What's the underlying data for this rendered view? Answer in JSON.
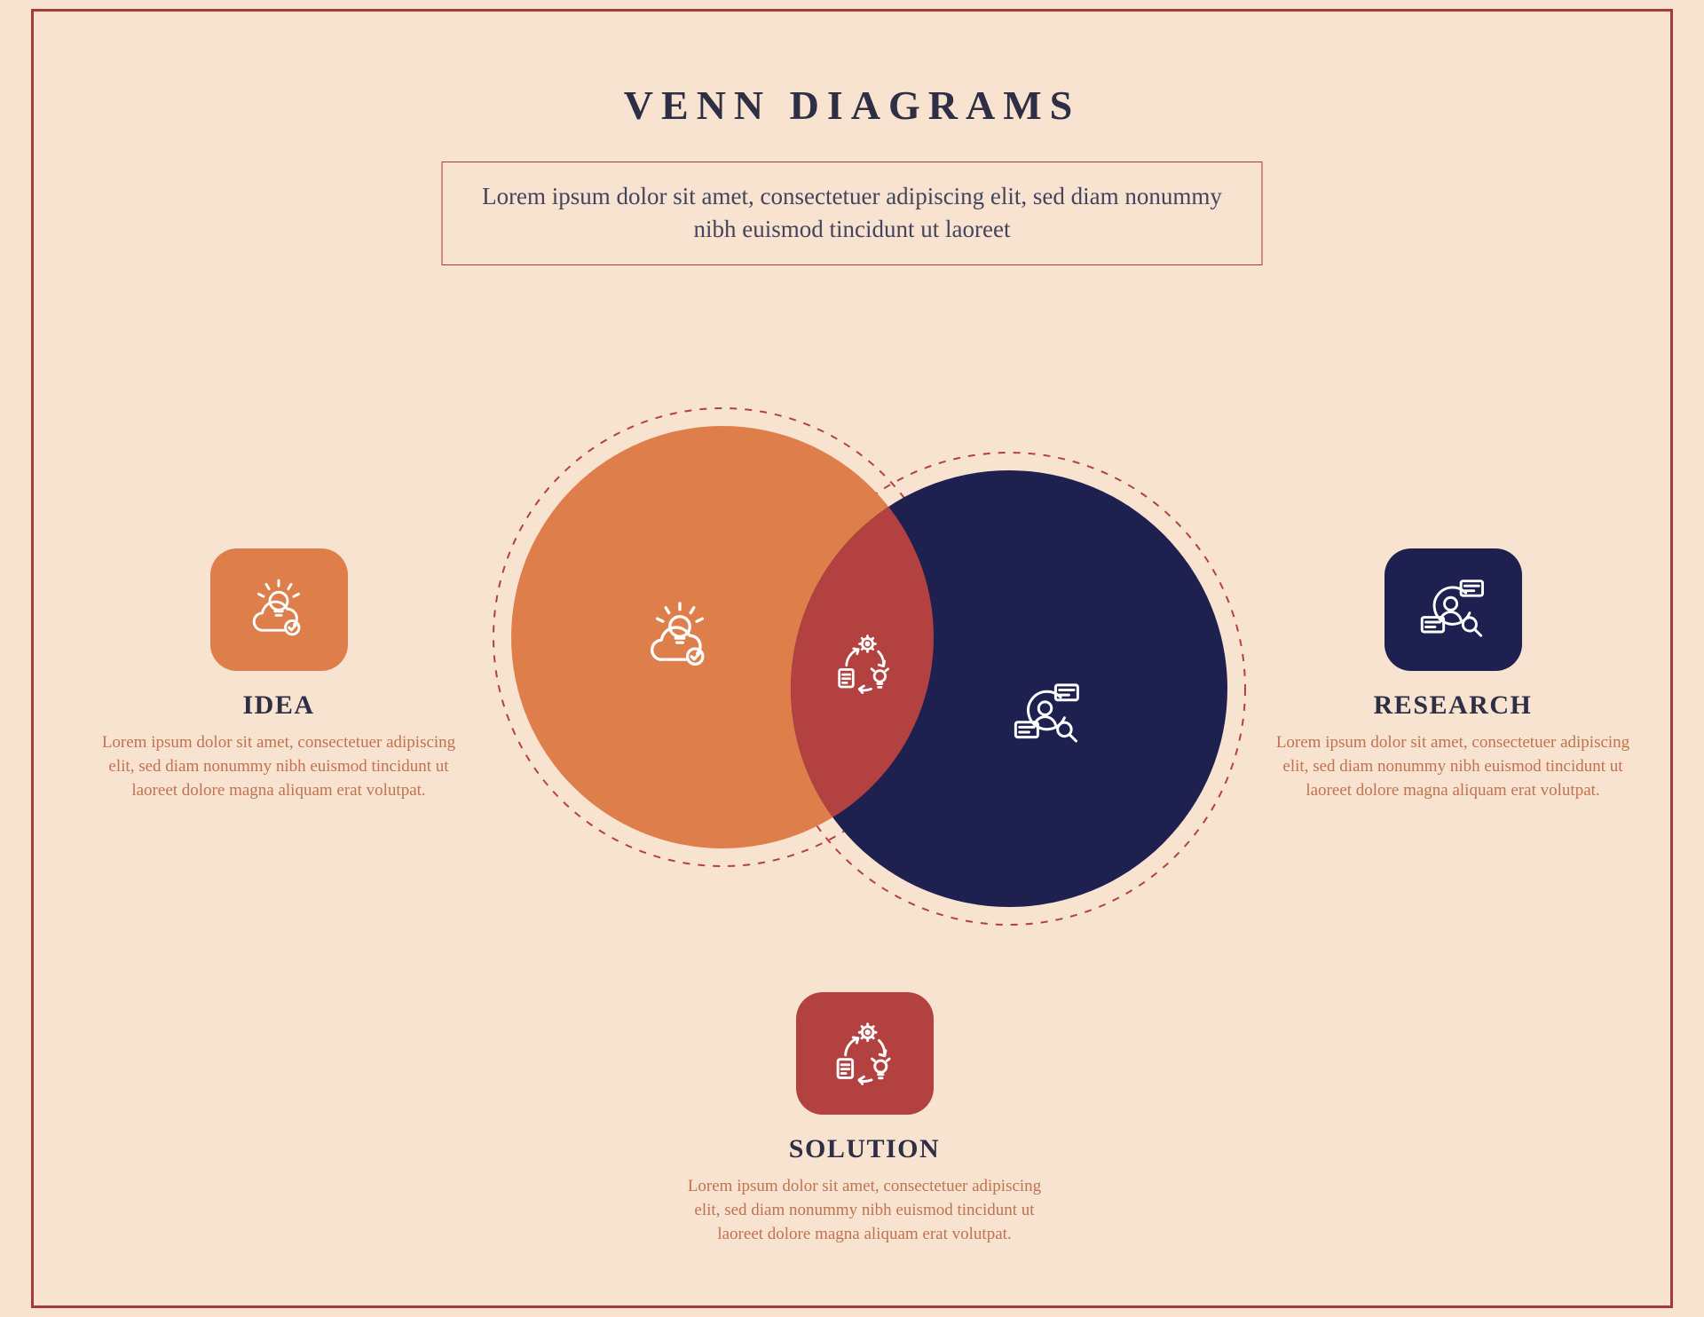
{
  "page": {
    "title": "VENN DIAGRAMS",
    "subtitle": "Lorem ipsum dolor sit amet, consectetuer adipiscing elit, sed diam nonummy nibh euismod tincidunt ut laoreet"
  },
  "colors": {
    "background": "#F8E2D0",
    "frame": "#A53B38",
    "orange": "#DE7F4B",
    "navy": "#1E2150",
    "maroon": "#B24140",
    "dashed": "#B5413C",
    "heading": "#2E2E45",
    "subtitle-text": "#44445E",
    "body-text": "#C0734F"
  },
  "cards": {
    "idea": {
      "title": "IDEA",
      "icon": "idea-cloud-icon",
      "body": "Lorem ipsum dolor sit amet, consectetuer adipiscing elit, sed diam nonummy nibh euismod tincidunt ut laoreet dolore magna aliquam erat volutpat."
    },
    "research": {
      "title": "RESEARCH",
      "icon": "research-icon",
      "body": "Lorem ipsum dolor sit amet, consectetuer adipiscing elit, sed diam nonummy nibh euismod tincidunt ut laoreet dolore magna aliquam erat volutpat."
    },
    "solution": {
      "title": "SOLUTION",
      "icon": "process-cycle-icon",
      "body": "Lorem ipsum dolor sit amet, consectetuer adipiscing elit, sed diam nonummy nibh euismod tincidunt ut laoreet dolore magna aliquam erat volutpat."
    }
  },
  "venn": {
    "left_circle": {
      "name": "idea",
      "color": "#DE7F4B",
      "icon": "idea-cloud-icon"
    },
    "right_circle": {
      "name": "research",
      "color": "#1E2150",
      "icon": "research-icon"
    },
    "overlap": {
      "name": "solution",
      "color": "#B24140",
      "icon": "process-cycle-icon"
    }
  }
}
